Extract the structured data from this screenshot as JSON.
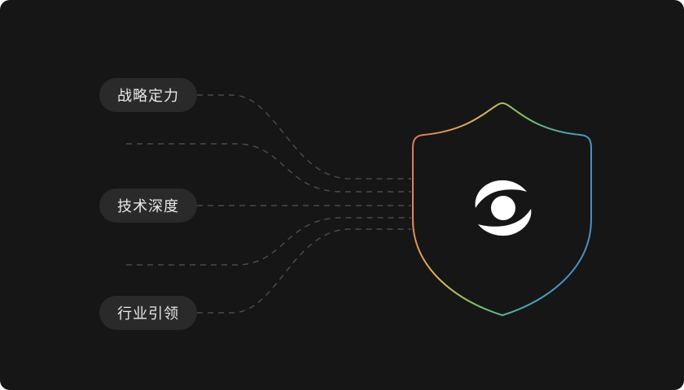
{
  "pills": [
    {
      "label": "战略定力"
    },
    {
      "label": "技术深度"
    },
    {
      "label": "行业引领"
    }
  ],
  "colors": {
    "background": "#161616",
    "pill": "#2a2a2a",
    "shield_gradient": [
      "#d9705a",
      "#e0b45a",
      "#7fbf6a",
      "#3fa9b4",
      "#4b8ec4"
    ]
  },
  "icons": {
    "shield": "shield-icon",
    "logo": "brand-logo-icon"
  }
}
